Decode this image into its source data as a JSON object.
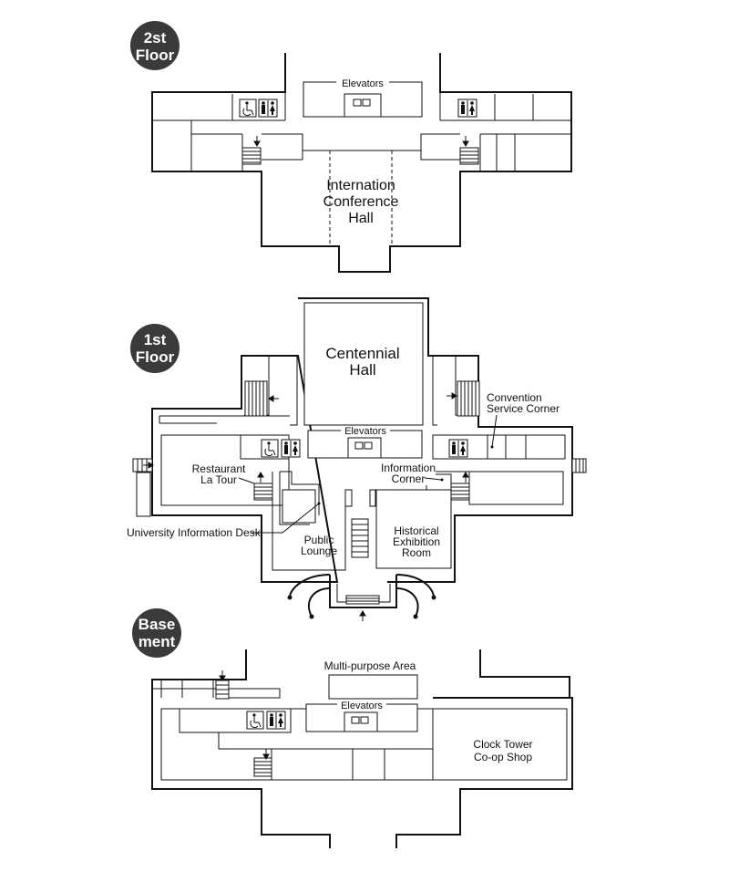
{
  "floors": {
    "second": {
      "badge": [
        "2st",
        "Floor"
      ],
      "elevators": "Elevators",
      "hall": [
        "Internation",
        "Conference",
        "Hall"
      ]
    },
    "first": {
      "badge": [
        "1st",
        "Floor"
      ],
      "centennial": [
        "Centennial",
        "Hall"
      ],
      "elevators": "Elevators",
      "convention": [
        "Convention",
        "Service Corner"
      ],
      "restaurant": [
        "Restaurant",
        "La Tour"
      ],
      "information_corner": [
        "Information",
        "Corner"
      ],
      "university_desk": "University Information Desk",
      "public_lounge": [
        "Public",
        "Lounge"
      ],
      "historical": [
        "Historical",
        "Exhibition",
        "Room"
      ]
    },
    "basement": {
      "badge": [
        "Base",
        "ment"
      ],
      "multipurpose": "Multi-purpose Area",
      "elevators": "Elevators",
      "coop": [
        "Clock Tower",
        "Co-op Shop"
      ]
    }
  },
  "icons": [
    "wheelchair-icon",
    "restroom-icon",
    "stairs-icon",
    "arrow-icon",
    "elevator-icon"
  ]
}
